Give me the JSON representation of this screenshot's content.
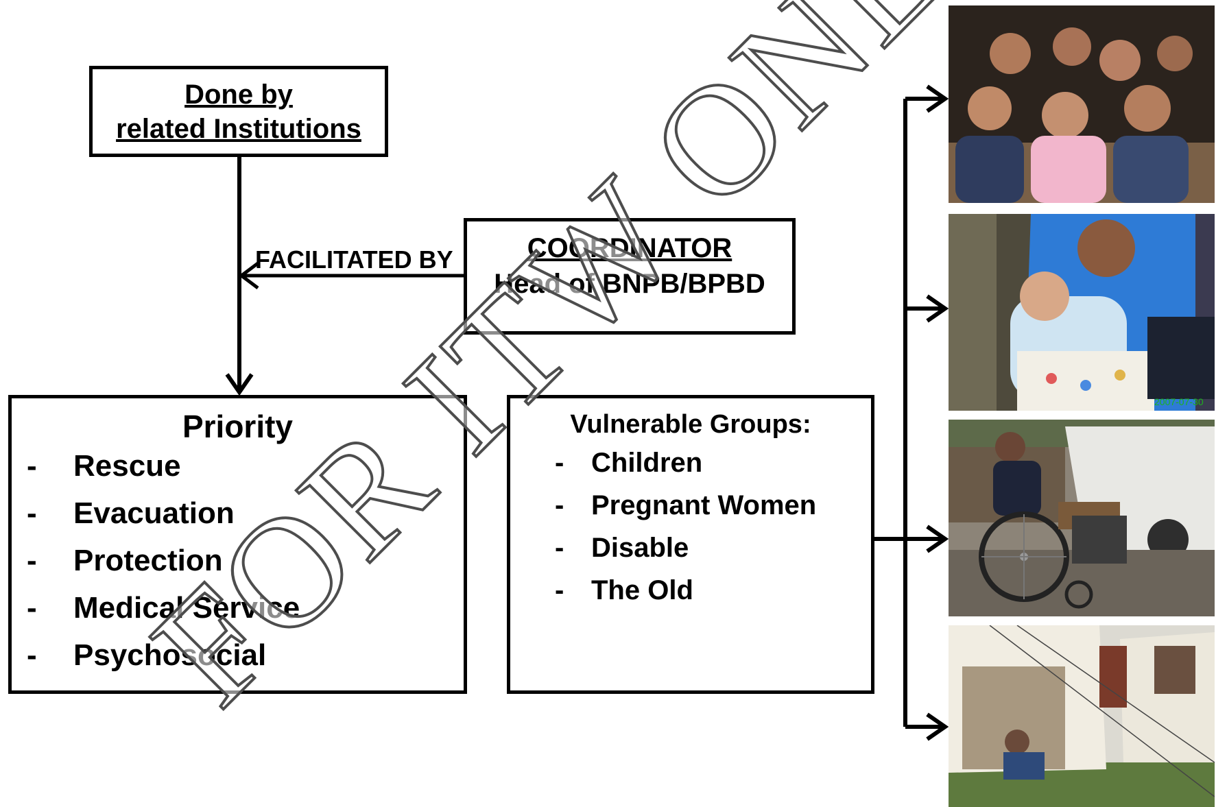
{
  "done_box": {
    "line1": "Done by",
    "line2": "related Institutions"
  },
  "facilitated_label": "FACILITATED BY",
  "coordinator_box": {
    "title": "COORDINATOR",
    "subtitle": "Head of BNPB/BPBD"
  },
  "priority_box": {
    "title": "Priority",
    "bullet": "-",
    "items": [
      "Rescue",
      "Evacuation",
      "Protection",
      "Medical Service",
      "Psychosocial"
    ]
  },
  "vulnerable_box": {
    "title": "Vulnerable Groups:",
    "bullet": "-",
    "items": [
      "Children",
      "Pregnant Women",
      "Disable",
      "The Old"
    ]
  },
  "watermark": "FOR ITW ONLY",
  "photo_timestamp": "2007-07-30",
  "colors": {
    "line": "#000000",
    "watermark_fill": "#ffffff",
    "watermark_stroke": "#555555",
    "timestamp": "#1db31d"
  }
}
